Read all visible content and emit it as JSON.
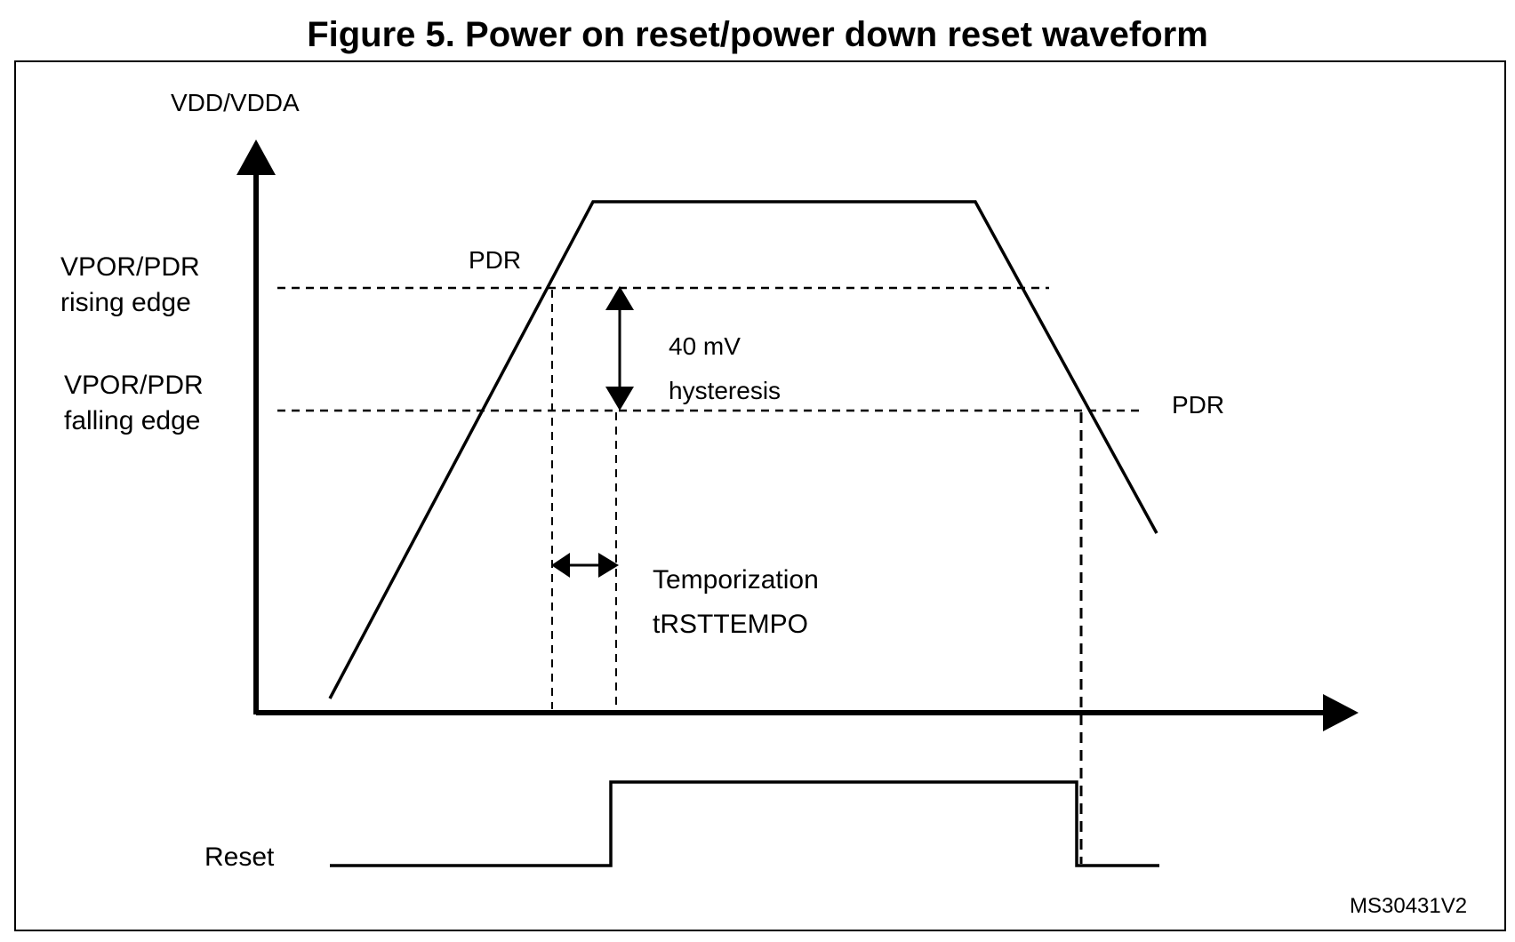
{
  "figure": {
    "title": "Figure 5. Power on reset/power down reset waveform",
    "y_axis_label": "VDD/VDDA",
    "rising_edge_label_line1": "VPOR/PDR",
    "rising_edge_label_line2": "rising edge",
    "falling_edge_label_line1": "VPOR/PDR",
    "falling_edge_label_line2": "falling edge",
    "pdr_label_left": "PDR",
    "pdr_label_right": "PDR",
    "hysteresis_line1": "40 mV",
    "hysteresis_line2": "hysteresis",
    "temporization_line1": "Temporization",
    "temporization_line2": "tRSTTEMPO",
    "reset_label": "Reset",
    "reference_code": "MS30431V2"
  }
}
